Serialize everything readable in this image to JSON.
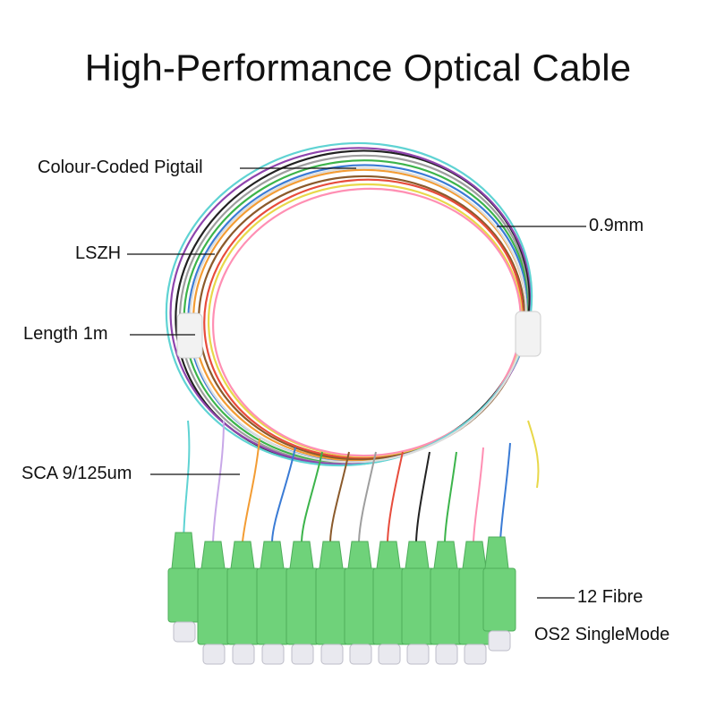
{
  "title": "High-Performance Optical Cable",
  "callouts": {
    "pigtail": "Colour-Coded Pigtail",
    "diameter": "0.9mm",
    "jacket": "LSZH",
    "length": "Length 1m",
    "connector": "SCA 9/125um",
    "fibre_count": "12 Fibre",
    "mode": "OS2 SingleMode"
  },
  "colors": {
    "connector_green": "#6fd27a",
    "fibre_colors": [
      "#3a7bd5",
      "#f39c33",
      "#3cb44b",
      "#8b5a2b",
      "#9e9e9e",
      "#ffffff",
      "#e74c3c",
      "#222222",
      "#f5e663",
      "#8e44ad",
      "#ff8fb3",
      "#5fd3d3"
    ]
  }
}
